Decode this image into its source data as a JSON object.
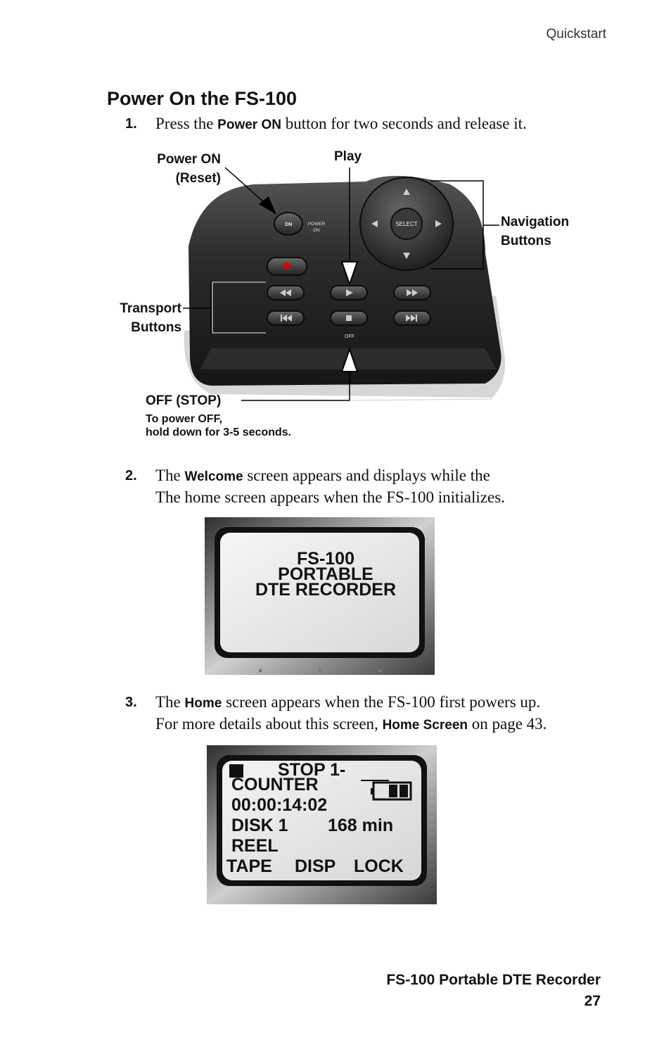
{
  "running_head": "Quickstart",
  "section_title": "Power On the FS-100",
  "steps": [
    {
      "num": "1.",
      "line1_pre": "Press the ",
      "line1_bold": "Power ON",
      "line1_post": " button for two seconds and release it."
    },
    {
      "num": "2.",
      "line1_pre": "The ",
      "line1_bold": "Welcome",
      "line1_post": " screen appears and displays while the",
      "line2": "The home screen appears when the FS-100 initializes."
    },
    {
      "num": "3.",
      "line1_pre": "The ",
      "line1_bold": "Home",
      "line1_post": " screen appears when the FS-100 first powers up.",
      "line2_pre": "For more details about this screen, ",
      "line2_bold": "Home Screen",
      "line2_post": " on page 43."
    }
  ],
  "figure1": {
    "callout_power_line1": "Power ON",
    "callout_power_line2": "(Reset)",
    "callout_play": "Play",
    "callout_nav_line1": "Navigation",
    "callout_nav_line2": "Buttons",
    "callout_transport_line1": "Transport",
    "callout_transport_line2": "Buttons",
    "callout_off": "OFF (STOP)",
    "note_line1": "To power OFF,",
    "note_line2": "hold down for 3-5 seconds.",
    "device_labels": {
      "on": "ON",
      "power_on_1": "POWER",
      "power_on_2": "ON",
      "select": "SELECT",
      "off": "OFF"
    }
  },
  "welcome_screen": {
    "line1": "FS-100",
    "line2": "PORTABLE",
    "line3": "DTE RECORDER"
  },
  "home_screen": {
    "status": "STOP 1-",
    "counter_label": "COUNTER",
    "time": "00:00:14:02",
    "disk": "DISK 1",
    "remaining": "168 min",
    "reel": "REEL",
    "softkey_tape": "TAPE",
    "softkey_disp": "DISP",
    "softkey_lock": "LOCK"
  },
  "footer": {
    "title": "FS-100 Portable DTE Recorder",
    "page_number": "27"
  },
  "colors": {
    "device_body": "#2a2a2a",
    "record_dot": "#e00000",
    "lcd_background": "#ececec",
    "lcd_bezel": "#5a5a5a"
  }
}
